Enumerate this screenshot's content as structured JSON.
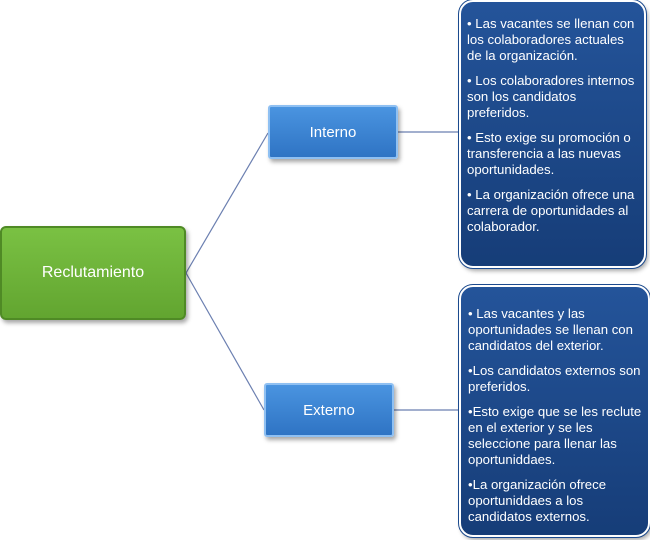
{
  "root": {
    "label": "Reclutamiento",
    "color": "#6fb53b"
  },
  "branches": [
    {
      "label": "Interno",
      "details": [
        "• Las vacantes se llenan con los colaboradores actuales de la organización.",
        "• Los colaboradores internos son los candidatos preferidos.",
        "• Esto exige su promoción o transferencia a las nuevas oportunidades.",
        "• La organización ofrece una carrera de oportunidades al colaborador."
      ]
    },
    {
      "label": "Externo",
      "details": [
        "• Las vacantes y las oportunidades se llenan con candidatos del exterior.",
        "•Los candidatos externos son preferidos.",
        "•Esto exige que se les reclute en el exterior y se les seleccione para llenar las oportuniddaes.",
        "•La organización ofrece oportuniddaes a los candidatos externos."
      ]
    }
  ],
  "colors": {
    "branch": "#3a84d6",
    "card": "#1e4a8c",
    "connector": "#6b7fb0"
  }
}
